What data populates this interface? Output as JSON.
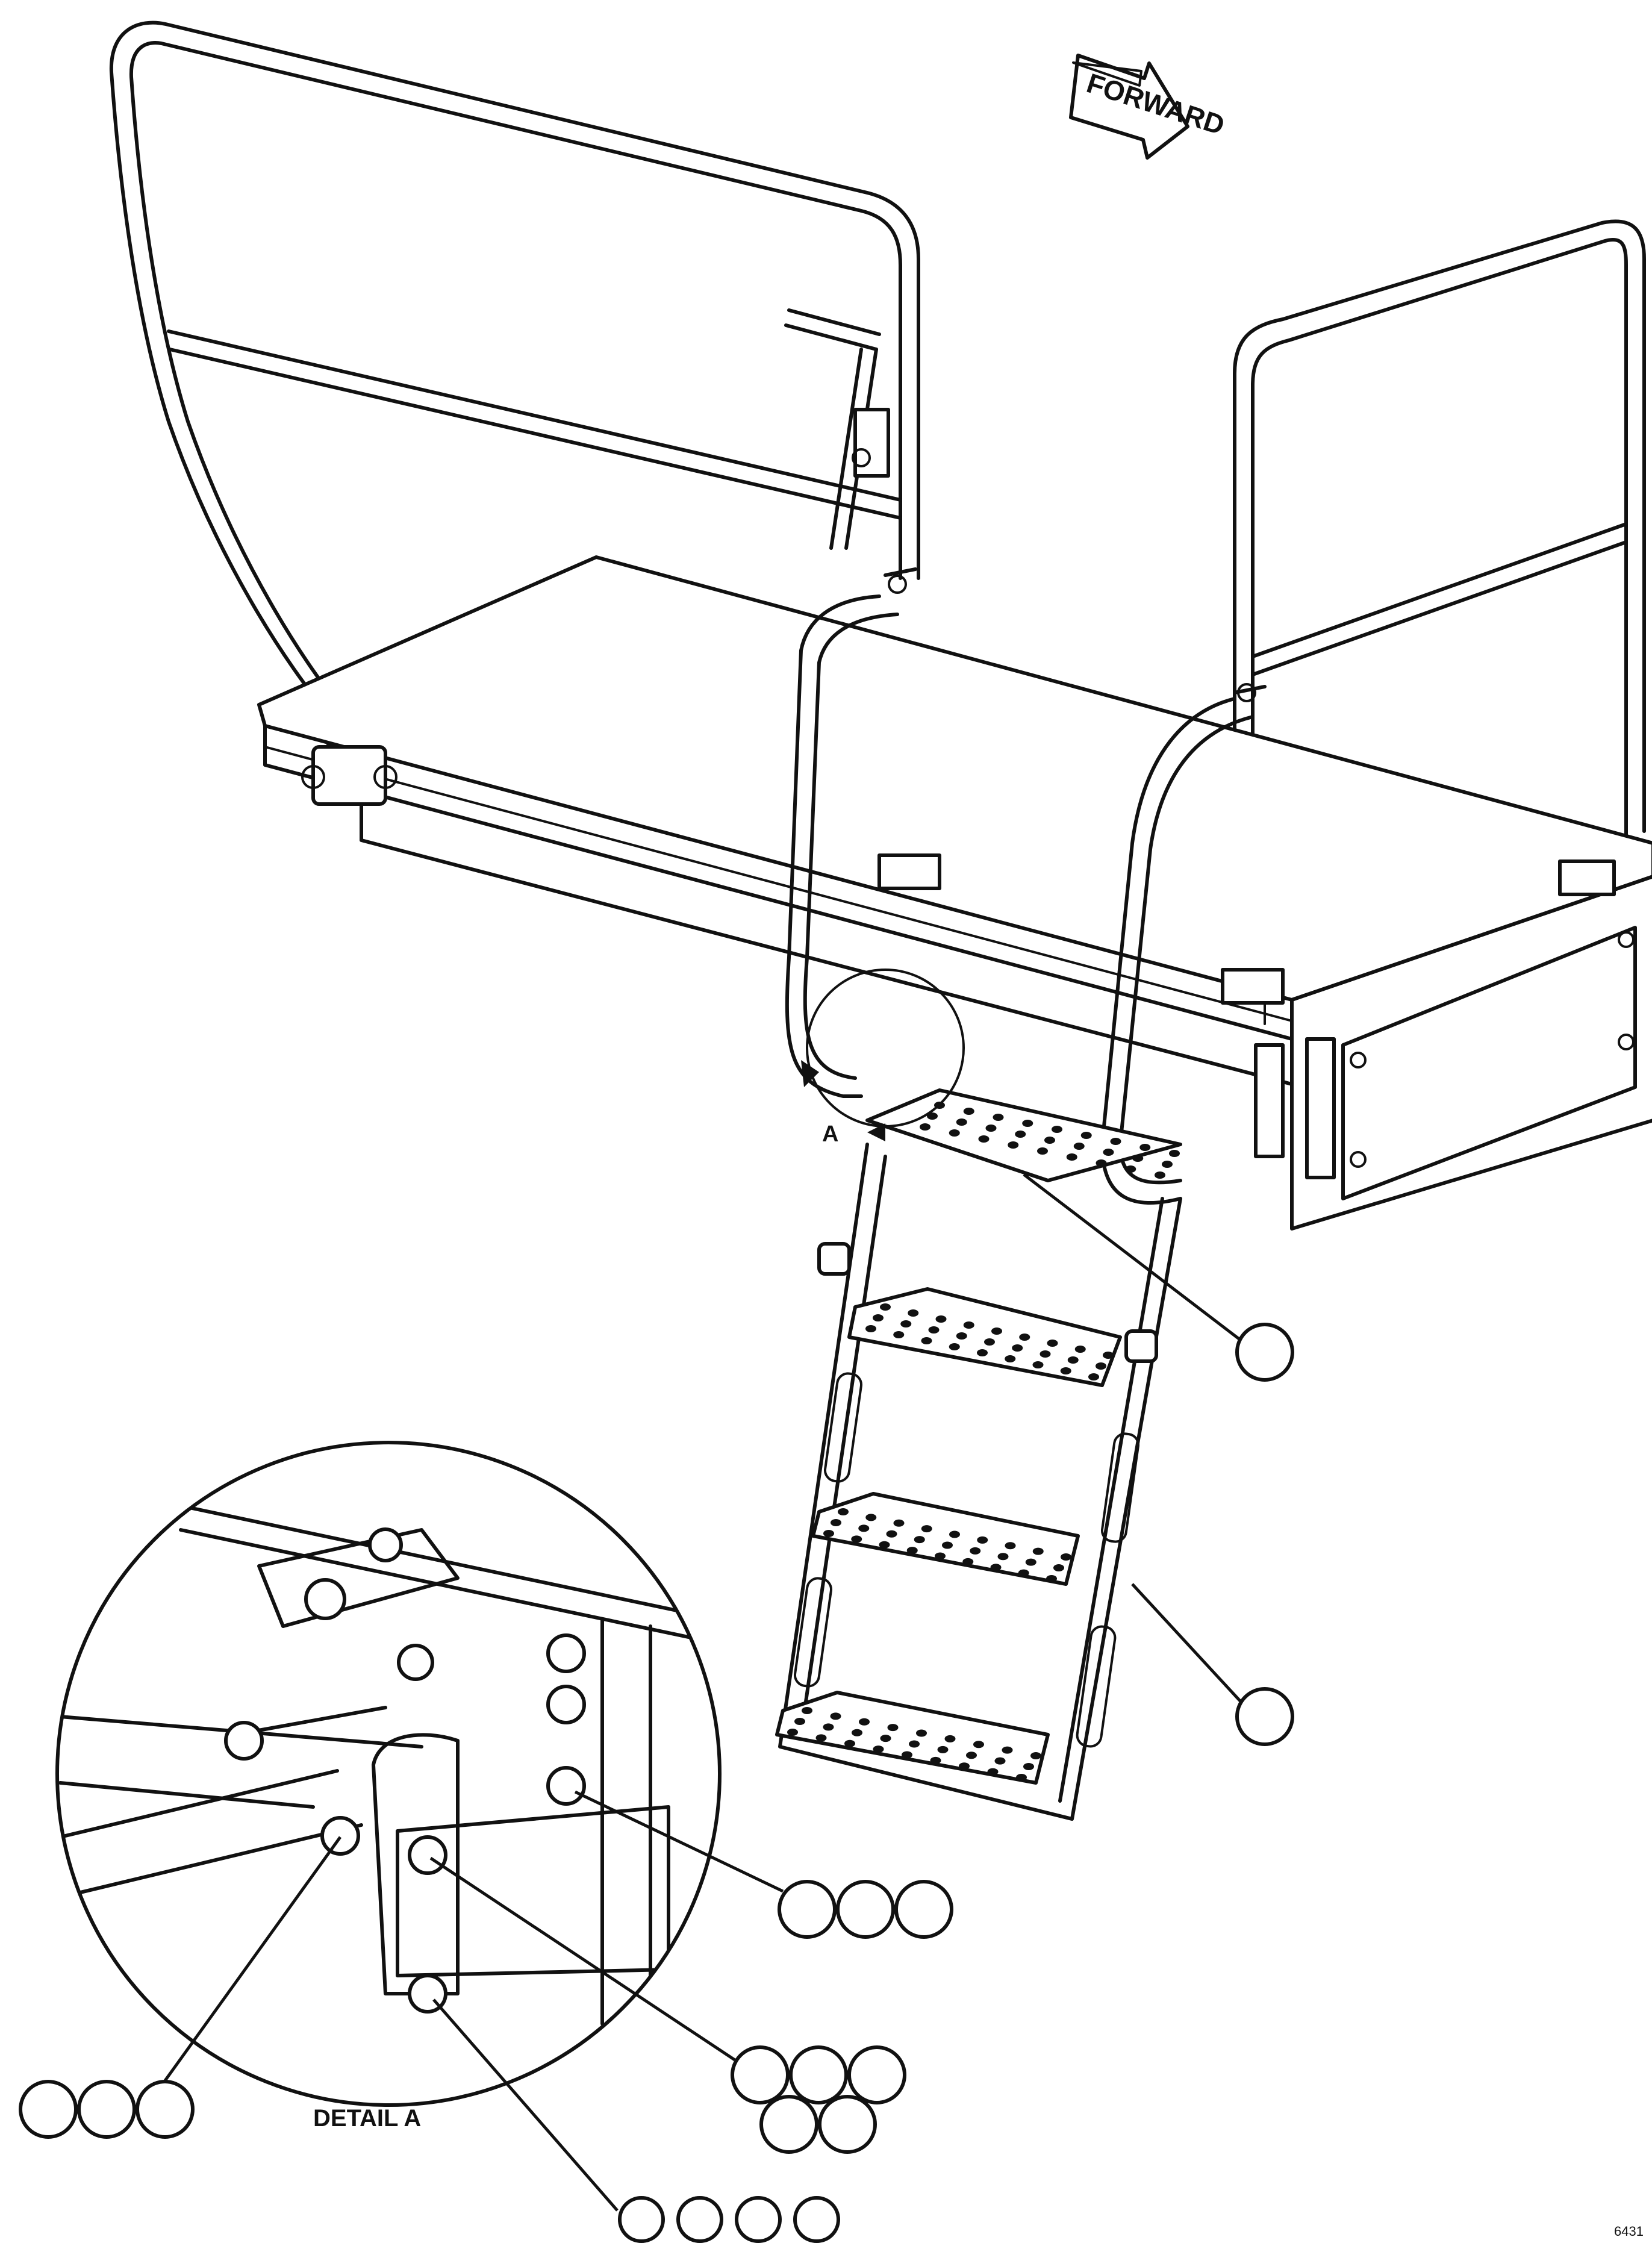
{
  "labels": {
    "forward_arrow": "FORWARD",
    "detail_marker": "A",
    "detail_caption": "DETAIL A",
    "sheet_code": "6431"
  },
  "callout_groups": [
    {
      "id": "step-assembly",
      "balloons": 1
    },
    {
      "id": "ladder-frame",
      "balloons": 1
    },
    {
      "id": "upper-bolt",
      "balloons": 3
    },
    {
      "id": "center-bolt",
      "balloons": 5
    },
    {
      "id": "pivot-bolt",
      "balloons": 3
    },
    {
      "id": "lower-bolt",
      "balloons": 4
    }
  ]
}
